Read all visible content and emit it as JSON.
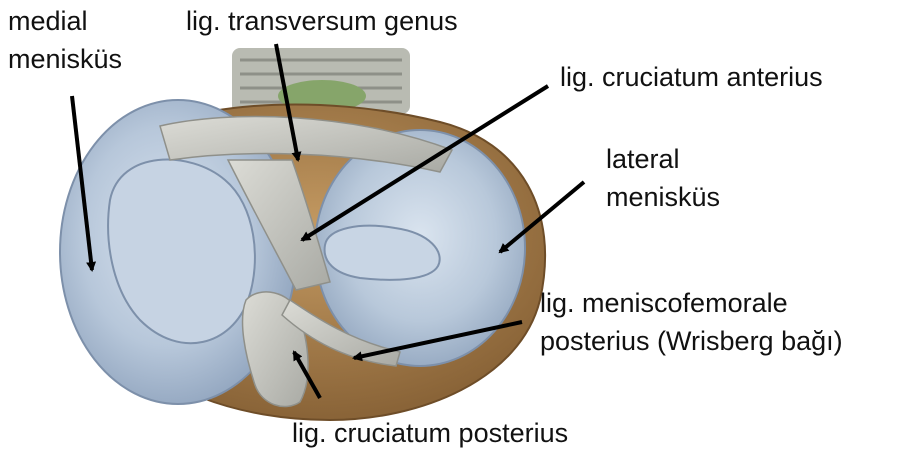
{
  "labels": {
    "medial_meniskus": [
      "medial",
      "menisküs"
    ],
    "lig_transversum_genus": "lig. transversum genus",
    "lig_cruciatum_anterius": "lig. cruciatum anterius",
    "lateral_meniskus": [
      "lateral",
      "menisküs"
    ],
    "lig_meniscofemorale_posterius": [
      "lig. meniscofemorale",
      "posterius (Wrisberg bağı)"
    ],
    "lig_cruciatum_posterius": "lig. cruciatum posterius"
  },
  "colors": {
    "text": "#111111",
    "arrow": "#000000",
    "meniscus_blue": "#b3c4d8",
    "cartilage": "#c9d6e6",
    "bone_brown": "#a67a44",
    "ligament": "#c6c6c0"
  }
}
